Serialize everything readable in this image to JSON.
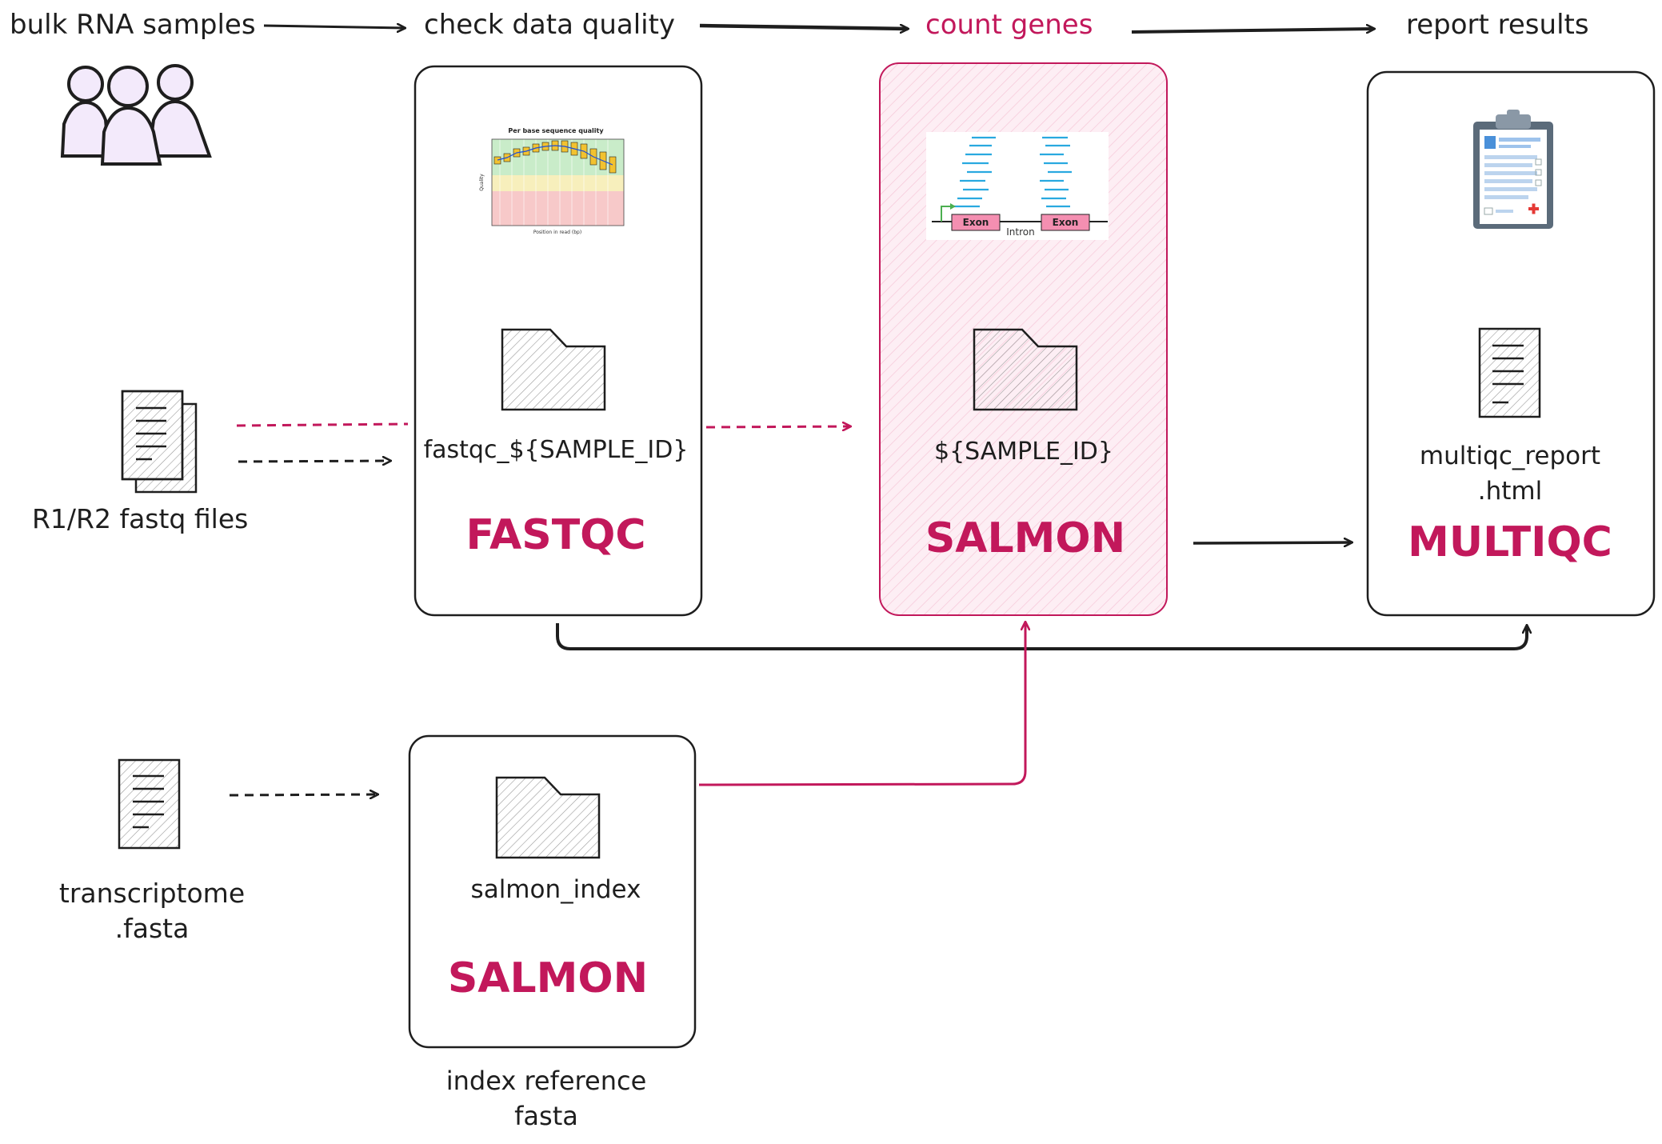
{
  "stages": {
    "samples": "bulk RNA samples",
    "qc": "check data quality",
    "count": "count genes",
    "report": "report results"
  },
  "inputs": {
    "fastq": "R1/R2 fastq files",
    "transcriptome_line1": "transcriptome",
    "transcriptome_line2": ".fasta"
  },
  "processes": {
    "fastqc": {
      "name": "FASTQC",
      "output": "fastqc_${SAMPLE_ID}"
    },
    "salmon_quant": {
      "name": "SALMON",
      "output": "${SAMPLE_ID}"
    },
    "multiqc": {
      "name": "MULTIQC",
      "output_line1": "multiqc_report",
      "output_line2": ".html"
    },
    "salmon_index": {
      "name": "SALMON",
      "output": "salmon_index",
      "caption_line1": "index reference",
      "caption_line2": "fasta"
    }
  },
  "qc_plot": {
    "title": "Per base sequence quality",
    "ylabel": "Quality",
    "xlabel": "Position in read (bp)"
  },
  "gene_model": {
    "exon1": "Exon",
    "intron": "Intron",
    "exon2": "Exon"
  },
  "colors": {
    "accent": "#c2185b",
    "ink": "#1e1e1e",
    "highlight_fill": "#fde8f0",
    "people_fill": "#f0e8fa",
    "read_blue": "#29a9e0",
    "exon_pink": "#f06292"
  }
}
